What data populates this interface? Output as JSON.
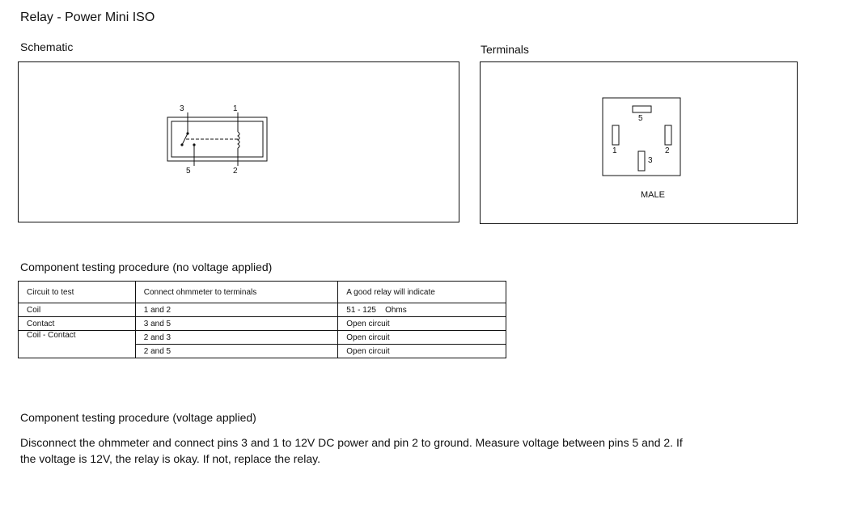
{
  "title": "Relay - Power Mini ISO",
  "schematic": {
    "label": "Schematic",
    "pins": {
      "p3": "3",
      "p1": "1",
      "p5": "5",
      "p2": "2"
    }
  },
  "terminals": {
    "label": "Terminals",
    "pins": {
      "p5": "5",
      "p1": "1",
      "p2": "2",
      "p3": "3"
    },
    "caption": "MALE"
  },
  "no_voltage": {
    "heading": "Component testing procedure (no voltage applied)",
    "columns": [
      "Circuit to test",
      "Connect ohmmeter to terminals",
      "A good relay will indicate"
    ],
    "rows": [
      {
        "circuit": "Coil",
        "terminals": "1 and 2",
        "result": "51 - 125    Ohms"
      },
      {
        "circuit": "Contact",
        "terminals": "3 and 5",
        "result": "Open circuit"
      },
      {
        "circuit": "Coil - Contact",
        "terminals": "2 and 3",
        "result": "Open circuit"
      },
      {
        "circuit": "",
        "terminals": "2 and 5",
        "result": "Open circuit"
      }
    ]
  },
  "voltage": {
    "heading": "Component testing procedure (voltage applied)",
    "text": "Disconnect the ohmmeter and connect pins 3 and 1 to 12V DC power and pin 2 to ground. Measure voltage between pins 5 and 2. If the voltage is 12V, the relay is okay. If not, replace the relay."
  }
}
